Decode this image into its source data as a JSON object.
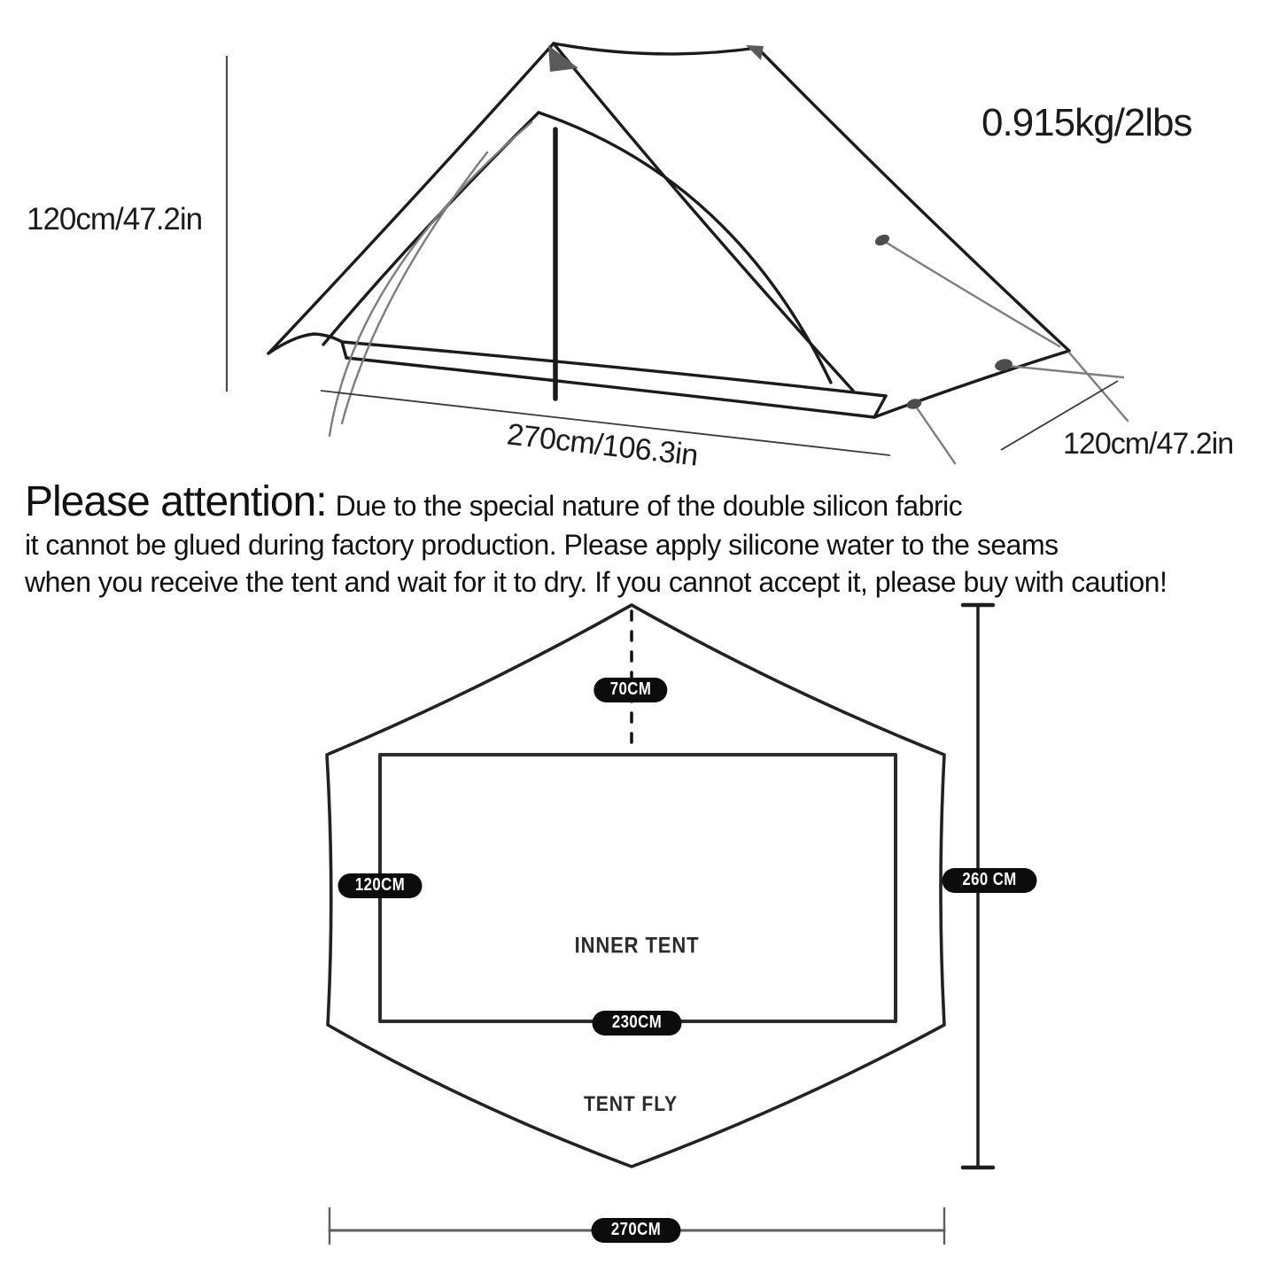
{
  "product": {
    "type": "ultralight trekking pole tent dimension diagram",
    "weight_label": "0.915kg/2lbs",
    "height_label": "120cm/47.2in",
    "length_label": "270cm/106.3in",
    "width_label": "120cm/47.2in"
  },
  "attention": {
    "title": "Please attention:",
    "line1": "Due to the special nature of the double silicon fabric",
    "line2": "it cannot be glued during factory production. Please apply silicone water to the seams",
    "line3": "when you receive the tent and wait for it to dry. If you cannot accept it, please buy with caution!"
  },
  "floorplan": {
    "badges": {
      "top": "70CM",
      "left": "120CM",
      "right": "260 CM",
      "inner_bottom": "230CM",
      "bottom": "270CM"
    },
    "labels": {
      "inner": "INNER TENT",
      "fly": "TENT FLY"
    }
  },
  "colors": {
    "ink": "#1b1b1b",
    "plan_ink": "#222222",
    "guy_gray": "#7d7d7d",
    "dim_gray": "#5e5e5e",
    "badge_bg": "#0c0c0c",
    "badge_text": "#ffffff"
  }
}
